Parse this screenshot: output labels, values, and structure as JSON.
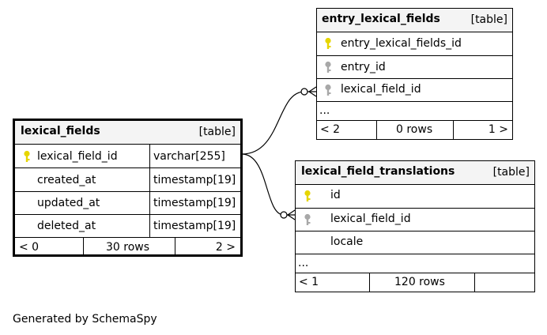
{
  "colors": {
    "pk_key": "#e6d500",
    "fk_key": "#a8a8a8",
    "header_bg": "#f4f4f4"
  },
  "lexical_fields": {
    "name": "lexical_fields",
    "kind": "[table]",
    "columns": [
      {
        "name": "lexical_field_id",
        "type": "varchar[255]",
        "key": "primary"
      },
      {
        "name": "created_at",
        "type": "timestamp[19]",
        "key": "none"
      },
      {
        "name": "updated_at",
        "type": "timestamp[19]",
        "key": "none"
      },
      {
        "name": "deleted_at",
        "type": "timestamp[19]",
        "key": "none"
      }
    ],
    "footer": {
      "parents": "< 0",
      "rows": "30 rows",
      "children": "2 >"
    }
  },
  "entry_lexical_fields": {
    "name": "entry_lexical_fields",
    "kind": "[table]",
    "columns": [
      {
        "name": "entry_lexical_fields_id",
        "key": "primary"
      },
      {
        "name": "entry_id",
        "key": "foreign"
      },
      {
        "name": "lexical_field_id",
        "key": "foreign"
      }
    ],
    "ellipsis": "...",
    "footer": {
      "parents": "< 2",
      "rows": "0 rows",
      "children": "1 >"
    }
  },
  "lexical_field_translations": {
    "name": "lexical_field_translations",
    "kind": "[table]",
    "columns": [
      {
        "name": "id",
        "key": "primary"
      },
      {
        "name": "lexical_field_id",
        "key": "foreign"
      },
      {
        "name": "locale",
        "key": "none"
      }
    ],
    "ellipsis": "...",
    "footer": {
      "parents": "< 1",
      "rows": "120 rows",
      "children": ""
    }
  },
  "generated_by": "Generated by SchemaSpy"
}
